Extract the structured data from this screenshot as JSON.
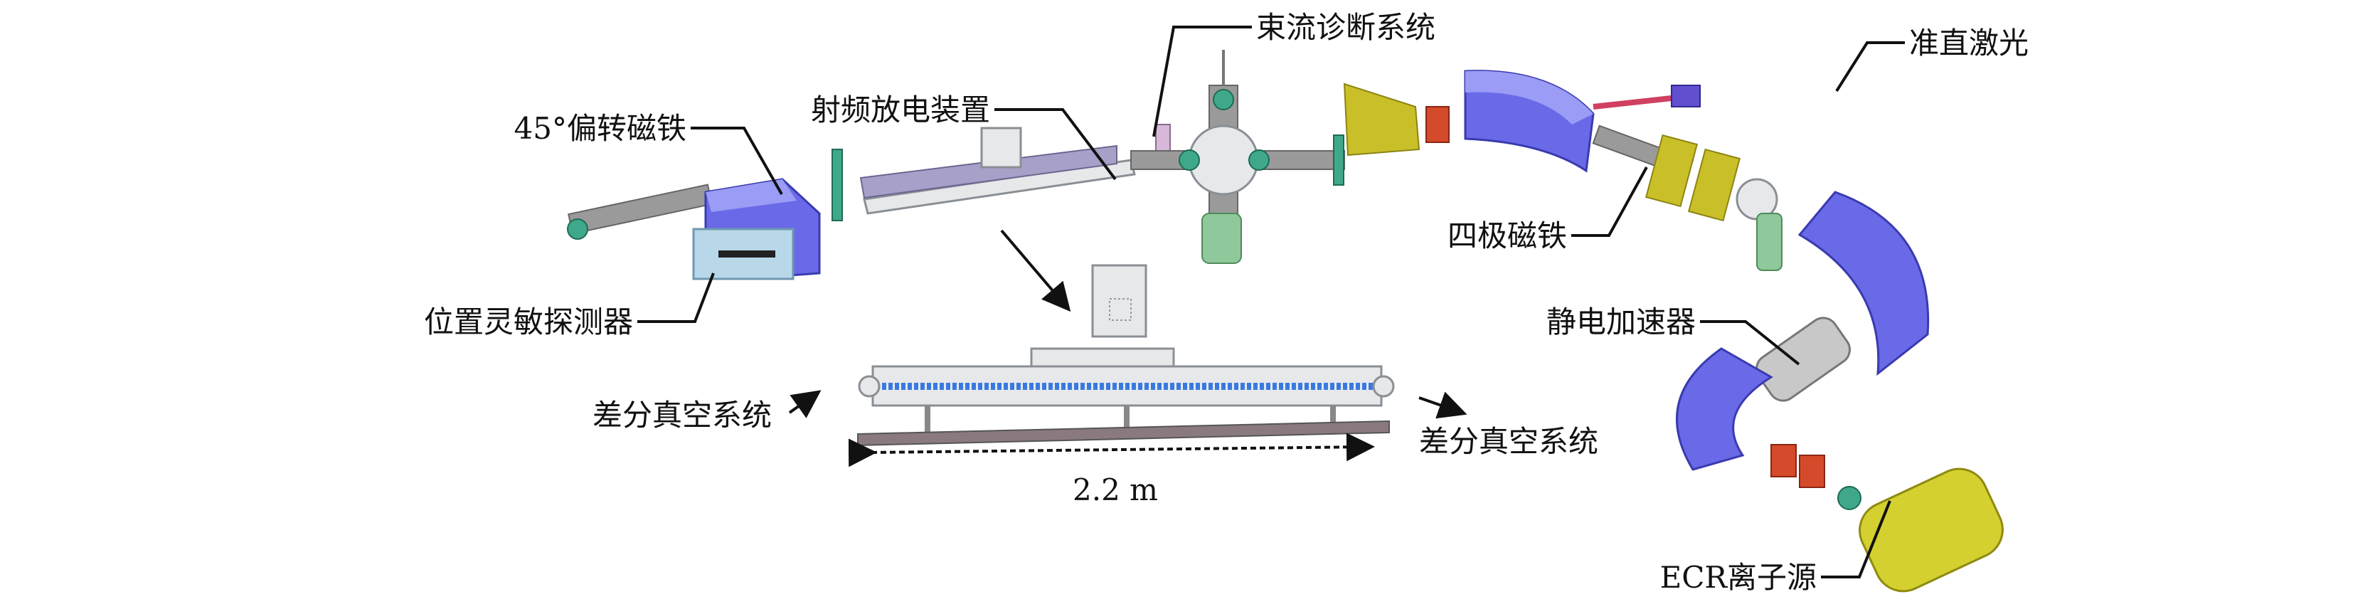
{
  "labels": {
    "bending_magnet": "45°偏转磁铁",
    "rf_discharge": "射频放电装置",
    "beam_diagnostics": "束流诊断系统",
    "alignment_laser": "准直激光",
    "quadrupole": "四极磁铁",
    "psd": "位置灵敏探测器",
    "electrostatic_accelerator": "静电加速器",
    "diff_vacuum_left": "差分真空系统",
    "diff_vacuum_right": "差分真空系统",
    "length": "2.2 m",
    "ecr_source": "ECR离子源"
  }
}
